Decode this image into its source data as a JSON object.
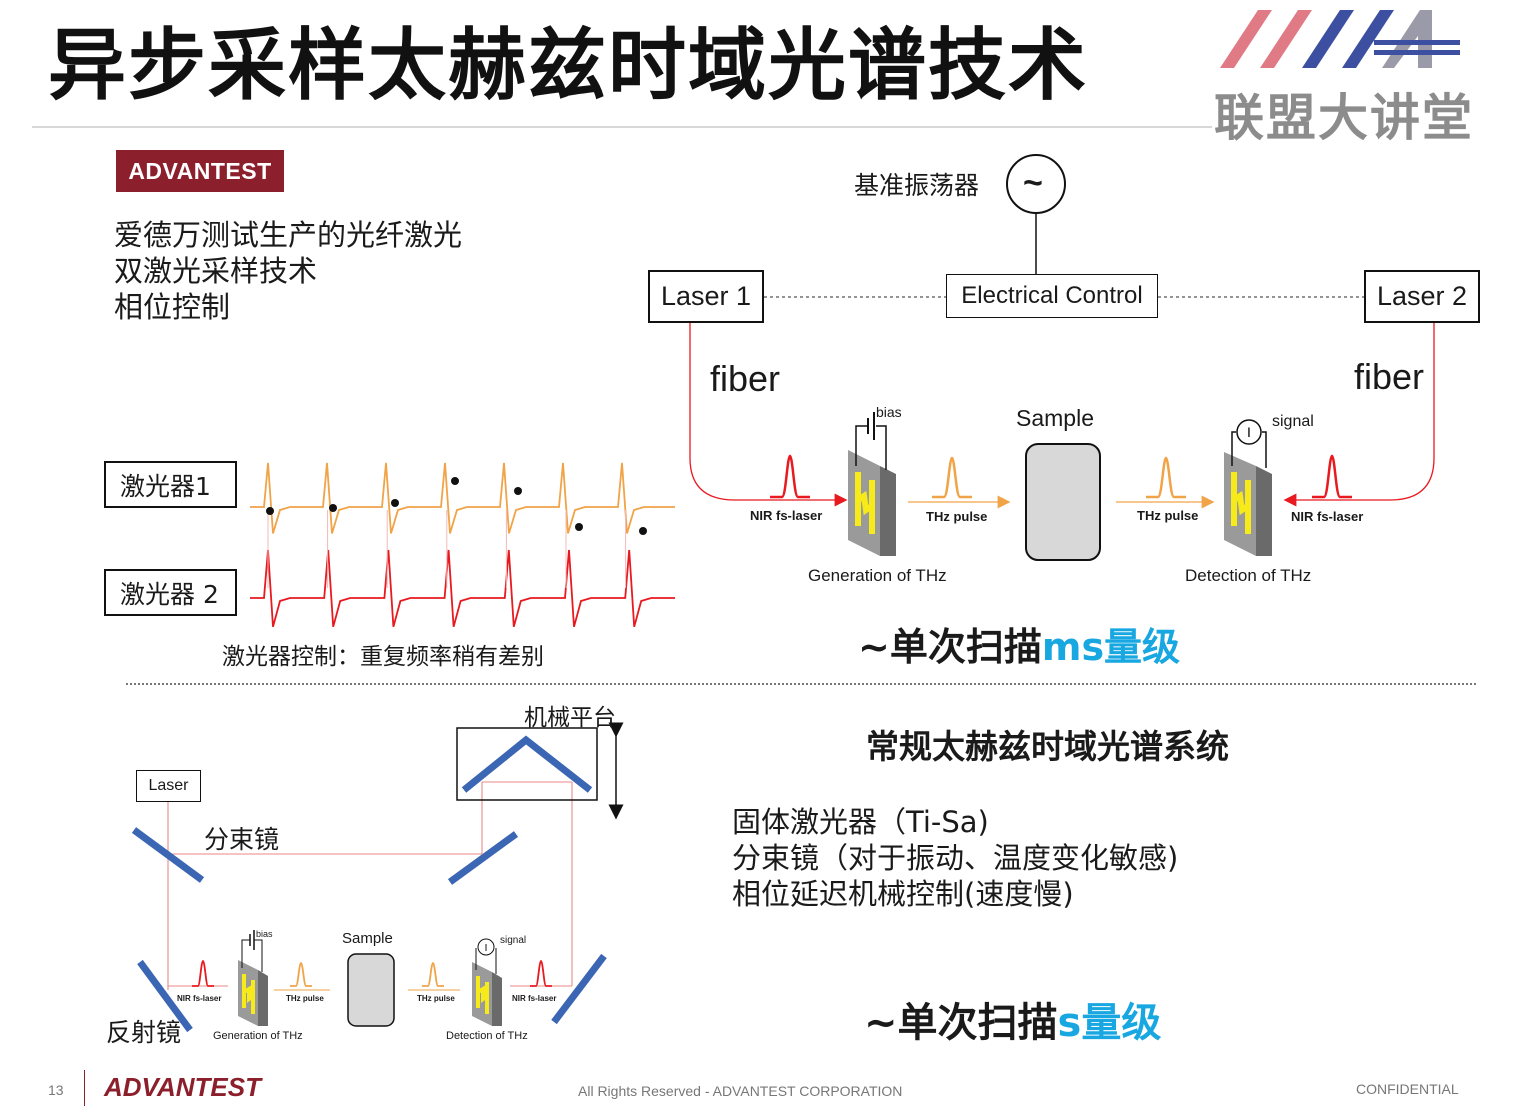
{
  "title": "异步采样太赫兹时域光谱技术",
  "logo": {
    "text": "联盟大讲堂",
    "colors": [
      "#e07a85",
      "#3d4fa0",
      "#9a9aa8"
    ]
  },
  "brand": {
    "name": "ADVANTEST",
    "color": "#8c1f2c"
  },
  "features": [
    "爱德万测试生产的光纤激光",
    "双激光采样技术",
    "相位控制"
  ],
  "top_diagram": {
    "oscillator_label": "基准振荡器",
    "oscillator_symbol": "~",
    "laser1": "Laser 1",
    "laser2": "Laser 2",
    "electrical_control": "Electrical Control",
    "fiber_left": "fiber",
    "fiber_right": "fiber",
    "sample": "Sample",
    "bias": "bias",
    "signal": "signal",
    "meter_symbol": "I",
    "nir_left": "NIR fs-laser",
    "thz_left": "THz pulse",
    "thz_right": "THz pulse",
    "nir_right": "NIR fs-laser",
    "generation": "Generation of THz",
    "detection": "Detection of THz"
  },
  "waveform": {
    "laser1_label": "激光器1",
    "laser2_label": "激光器 2",
    "caption": "激光器控制：重复频率稍有差别",
    "laser1_color": "#f0a347",
    "laser2_color": "#e8191f"
  },
  "claim_top": {
    "prefix": "~单次扫描",
    "highlight": "ms量级"
  },
  "bottom_diagram": {
    "stage_label": "机械平台",
    "laser": "Laser",
    "beam_splitter": "分束镜",
    "reflector": "反射镜",
    "sample": "Sample",
    "bias": "bias",
    "signal": "signal",
    "meter_symbol": "I",
    "nir_left": "NIR fs-laser",
    "thz_left": "THz pulse",
    "thz_right": "THz pulse",
    "nir_right": "NIR fs-laser",
    "generation": "Generation of THz",
    "detection": "Detection of THz"
  },
  "conventional": {
    "heading": "常规太赫兹时域光谱系统",
    "lines": [
      "固体激光器（Ti-Sa)",
      "分束镜（对于振动、温度变化敏感)",
      "相位延迟机械控制(速度慢)"
    ]
  },
  "claim_bottom": {
    "prefix": "~单次扫描",
    "highlight": "s量级"
  },
  "footer": {
    "page": "13",
    "brand": "ADVANTEST",
    "rights": "All Rights Reserved - ADVANTEST CORPORATION",
    "confidential": "CONFIDENTIAL"
  }
}
